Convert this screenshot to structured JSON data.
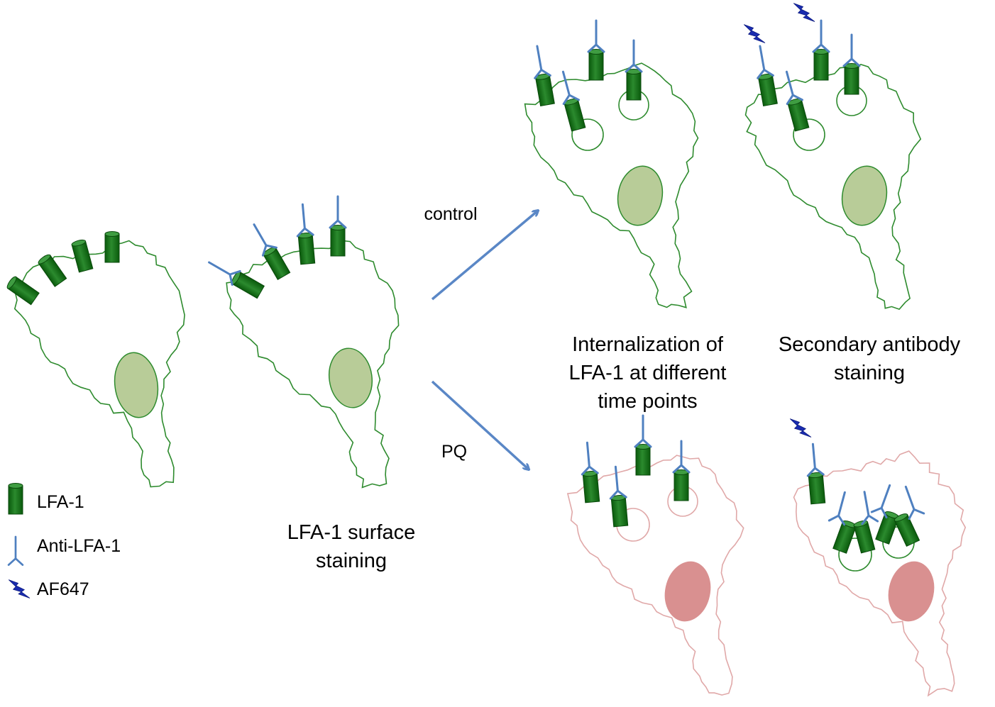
{
  "labels": {
    "surface_staining": [
      "LFA-1 surface",
      "staining"
    ],
    "internalization": [
      "Internalization of",
      "LFA-1 at different",
      "time points"
    ],
    "secondary": [
      "Secondary antibody",
      "staining"
    ],
    "control_arrow": "control",
    "pq_arrow": "PQ"
  },
  "legend": [
    {
      "symbol": "lfa1-receptor-icon",
      "label": "LFA-1"
    },
    {
      "symbol": "antibody-icon",
      "label": "Anti-LFA-1"
    },
    {
      "symbol": "lightning-icon",
      "label": "AF647"
    }
  ],
  "colors": {
    "receptor": "#0f6b12",
    "receptor_light": "#2b8a2e",
    "antibody": "#4f80c0",
    "dye": "#1a2cb0",
    "cell_outline_healthy": "#2e8b2e",
    "cell_outline_pq": "#e0a8a8",
    "nucleus_healthy": "#b8cc98",
    "nucleus_pq": "#d99090",
    "arrow": "#5a87c6"
  }
}
